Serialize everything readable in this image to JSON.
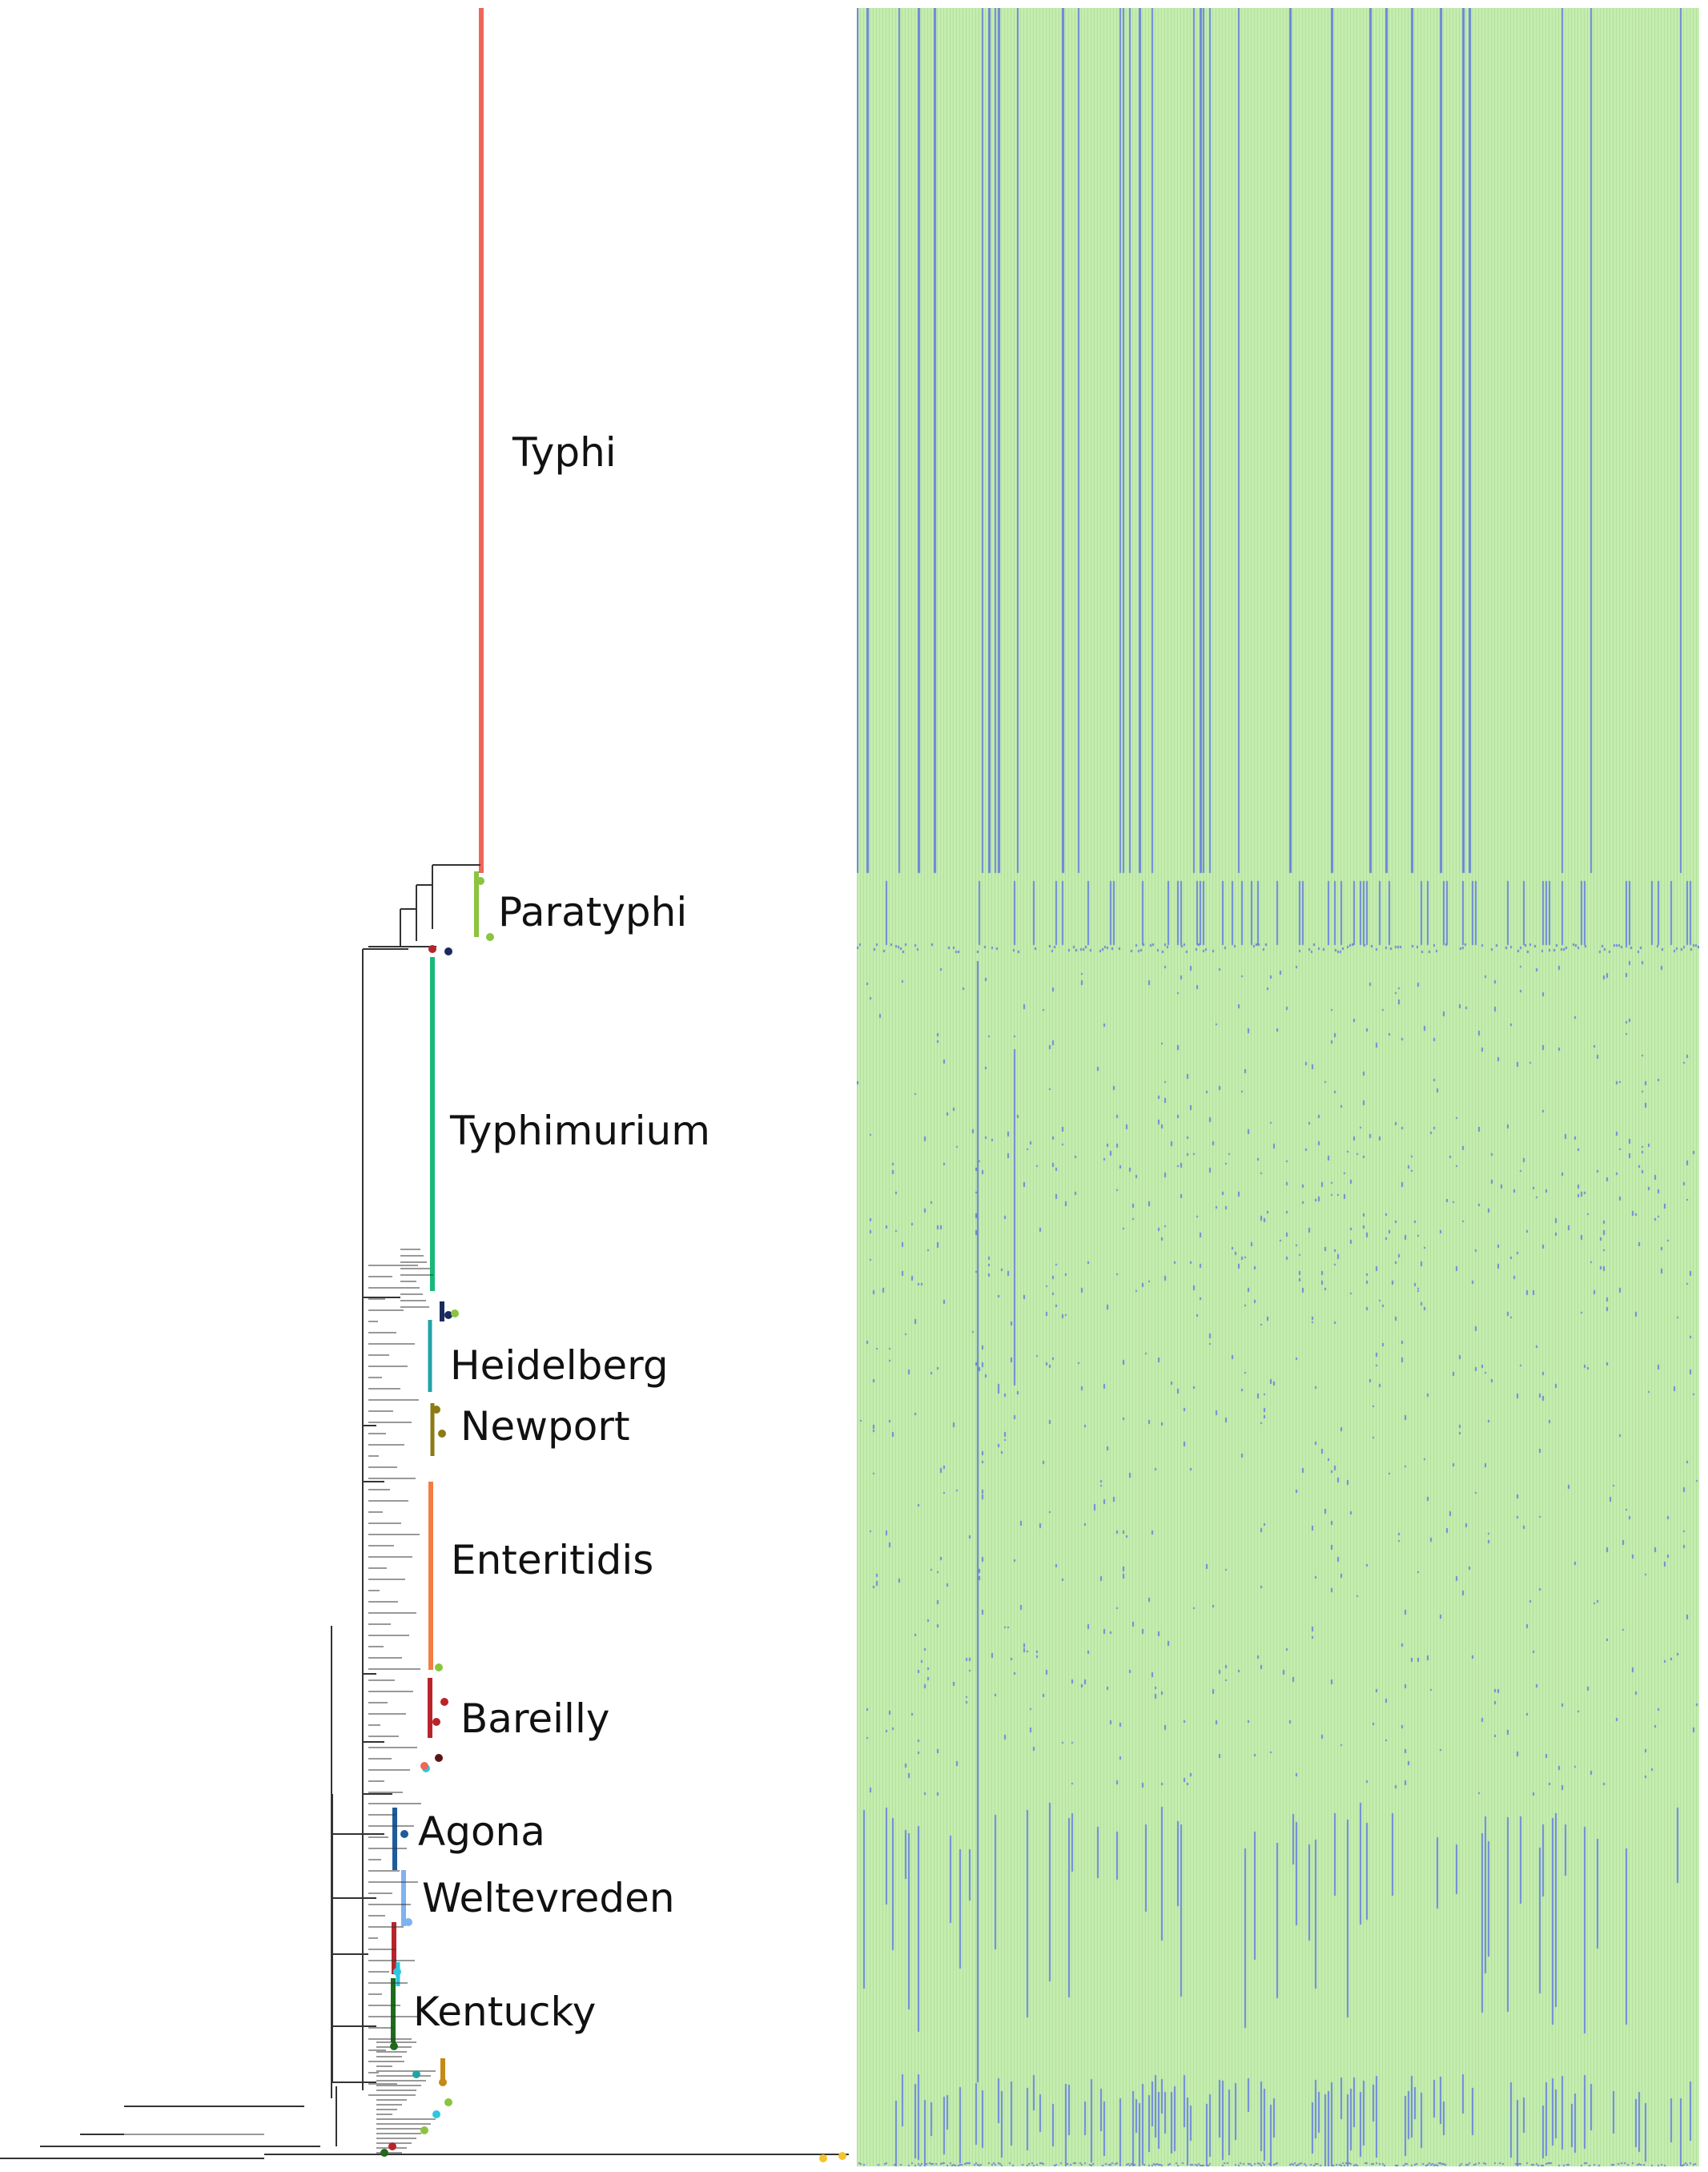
{
  "colors": {
    "tree_line": "#333333",
    "matrix_background": "#c6eeb0",
    "matrix_gap_lines": "#b0dc9a",
    "matrix_absent": "#6a86d8"
  },
  "clades": [
    {
      "name": "Typhi",
      "color": "#ee6657"
    },
    {
      "name": "Paratyphi",
      "color": "#8bc43f"
    },
    {
      "name": "Typhimurium",
      "color": "#18b879"
    },
    {
      "name": "Heidelberg",
      "color": "#21a3a8"
    },
    {
      "name": "Newport",
      "color": "#8c7a14"
    },
    {
      "name": "Enteritidis",
      "color": "#f47d45"
    },
    {
      "name": "Bareilly",
      "color": "#b8242b"
    },
    {
      "name": "Agona",
      "color": "#1e5c9c"
    },
    {
      "name": "Weltevreden",
      "color": "#7fb2f0"
    },
    {
      "name": "Kentucky",
      "color": "#1e6b1b"
    }
  ]
}
